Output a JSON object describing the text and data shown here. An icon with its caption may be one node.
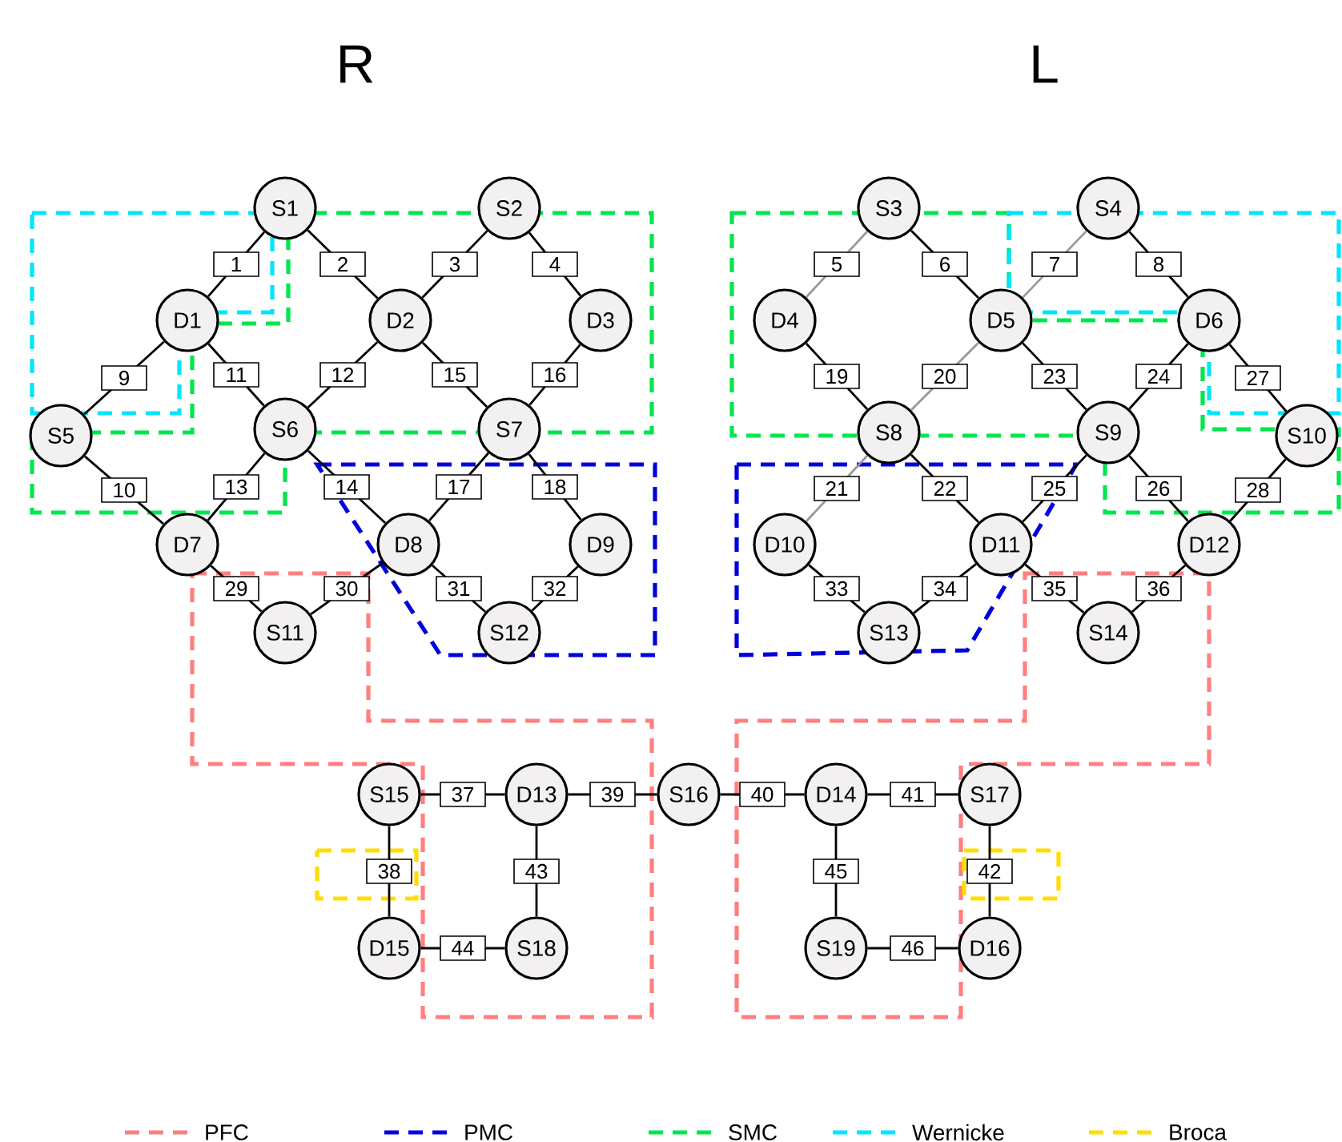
{
  "diagram": {
    "nodes": [
      {
        "text": [
          "S1"
        ]
      },
      {
        "text": [
          "S2"
        ]
      },
      {
        "text": [
          "S3"
        ]
      },
      {
        "text": [
          "S4"
        ]
      },
      {
        "text": [
          "D1"
        ]
      },
      {
        "text": [
          "D2"
        ]
      },
      {
        "text": [
          "D3"
        ]
      },
      {
        "text": [
          "D4"
        ]
      },
      {
        "text": [
          "D5"
        ]
      },
      {
        "text": [
          "D6"
        ]
      },
      {
        "text": [
          "S5"
        ]
      },
      {
        "text": [
          "S6"
        ]
      },
      {
        "text": [
          "S7"
        ]
      },
      {
        "text": [
          "S8"
        ]
      },
      {
        "text": [
          "S9"
        ]
      },
      {
        "text": [
          "S10"
        ]
      },
      {
        "text": [
          "D7"
        ]
      },
      {
        "text": [
          "D8"
        ]
      },
      {
        "text": [
          "D9"
        ]
      },
      {
        "text": [
          "D10"
        ]
      },
      {
        "text": [
          "D11"
        ]
      },
      {
        "text": [
          "D12"
        ]
      },
      {
        "text": [
          "S11"
        ]
      },
      {
        "text": [
          "S12"
        ]
      },
      {
        "text": [
          "S13"
        ]
      },
      {
        "text": [
          "S14"
        ]
      },
      {
        "text": [
          "S15"
        ]
      },
      {
        "text": [
          "D13"
        ]
      },
      {
        "text": [
          "S16"
        ]
      },
      {
        "text": [
          "D14"
        ]
      },
      {
        "text": [
          "S17"
        ]
      },
      {
        "text": [
          "D15"
        ]
      },
      {
        "text": [
          "S18"
        ]
      },
      {
        "text": [
          "S19"
        ]
      },
      {
        "text": [
          "D16"
        ]
      }
    ],
    "edges": [
      {
        "from": 0,
        "to": 4,
        "arrow": "none",
        "label": "1"
      },
      {
        "from": 0,
        "to": 5,
        "arrow": "none",
        "label": "2"
      },
      {
        "from": 1,
        "to": 5,
        "arrow": "none",
        "label": "3"
      },
      {
        "from": 1,
        "to": 6,
        "arrow": "none",
        "label": "4"
      },
      {
        "from": 2,
        "to": 7,
        "arrow": "none",
        "label": "5",
        "color": "#999999"
      },
      {
        "from": 2,
        "to": 8,
        "arrow": "none",
        "label": "6"
      },
      {
        "from": 3,
        "to": 8,
        "arrow": "none",
        "label": "7",
        "color": "#999999"
      },
      {
        "from": 3,
        "to": 9,
        "arrow": "none",
        "label": "8"
      },
      {
        "from": 4,
        "to": 10,
        "arrow": "none",
        "label": "9"
      },
      {
        "from": 10,
        "to": 16,
        "arrow": "none",
        "label": "10"
      },
      {
        "from": 4,
        "to": 11,
        "arrow": "none",
        "label": "11"
      },
      {
        "from": 5,
        "to": 11,
        "arrow": "none",
        "label": "12"
      },
      {
        "from": 11,
        "to": 16,
        "arrow": "none",
        "label": "13"
      },
      {
        "from": 11,
        "to": 17,
        "arrow": "none",
        "label": "14"
      },
      {
        "from": 5,
        "to": 12,
        "arrow": "none",
        "label": "15"
      },
      {
        "from": 6,
        "to": 12,
        "arrow": "none",
        "label": "16"
      },
      {
        "from": 12,
        "to": 17,
        "arrow": "none",
        "label": "17"
      },
      {
        "from": 12,
        "to": 18,
        "arrow": "none",
        "label": "18"
      },
      {
        "from": 7,
        "to": 13,
        "arrow": "none",
        "label": "19"
      },
      {
        "from": 8,
        "to": 13,
        "arrow": "none",
        "label": "20",
        "color": "#999999"
      },
      {
        "from": 13,
        "to": 19,
        "arrow": "none",
        "label": "21",
        "color": "#999999"
      },
      {
        "from": 13,
        "to": 20,
        "arrow": "none",
        "label": "22"
      },
      {
        "from": 8,
        "to": 14,
        "arrow": "none",
        "label": "23"
      },
      {
        "from": 9,
        "to": 14,
        "arrow": "none",
        "label": "24"
      },
      {
        "from": 14,
        "to": 20,
        "arrow": "none",
        "label": "25"
      },
      {
        "from": 14,
        "to": 21,
        "arrow": "none",
        "label": "26"
      },
      {
        "from": 9,
        "to": 15,
        "arrow": "none",
        "label": "27"
      },
      {
        "from": 15,
        "to": 21,
        "arrow": "none",
        "label": "28"
      },
      {
        "from": 16,
        "to": 22,
        "arrow": "none",
        "label": "29"
      },
      {
        "from": 17,
        "to": 22,
        "arrow": "none",
        "label": "30"
      },
      {
        "from": 17,
        "to": 23,
        "arrow": "none",
        "label": "31"
      },
      {
        "from": 18,
        "to": 23,
        "arrow": "none",
        "label": "32"
      },
      {
        "from": 19,
        "to": 24,
        "arrow": "none",
        "label": "33"
      },
      {
        "from": 20,
        "to": 24,
        "arrow": "none",
        "label": "34"
      },
      {
        "from": 20,
        "to": 25,
        "arrow": "none",
        "label": "35"
      },
      {
        "from": 21,
        "to": 25,
        "arrow": "none",
        "label": "36"
      },
      {
        "from": 26,
        "to": 27,
        "arrow": "none",
        "label": "37"
      },
      {
        "from": 26,
        "to": 31,
        "arrow": "none",
        "label": "38"
      },
      {
        "from": 27,
        "to": 28,
        "arrow": "none",
        "label": "39"
      },
      {
        "from": 28,
        "to": 29,
        "arrow": "none",
        "label": "40"
      },
      {
        "from": 29,
        "to": 30,
        "arrow": "none",
        "label": "41"
      },
      {
        "from": 30,
        "to": 34,
        "arrow": "none",
        "label": "42"
      },
      {
        "from": 27,
        "to": 32,
        "arrow": "none",
        "label": "43"
      },
      {
        "from": 31,
        "to": 32,
        "arrow": "none",
        "label": "44"
      },
      {
        "from": 29,
        "to": 33,
        "arrow": "none",
        "label": "45"
      },
      {
        "from": 33,
        "to": 34,
        "arrow": "none",
        "label": "46"
      }
    ],
    "labels": [
      "R",
      "L"
    ],
    "legend": [
      {
        "text": "PFC"
      },
      {
        "text": "PMC"
      },
      {
        "text": "SMC"
      },
      {
        "text": "Wernicke"
      },
      {
        "text": "Broca"
      }
    ]
  }
}
